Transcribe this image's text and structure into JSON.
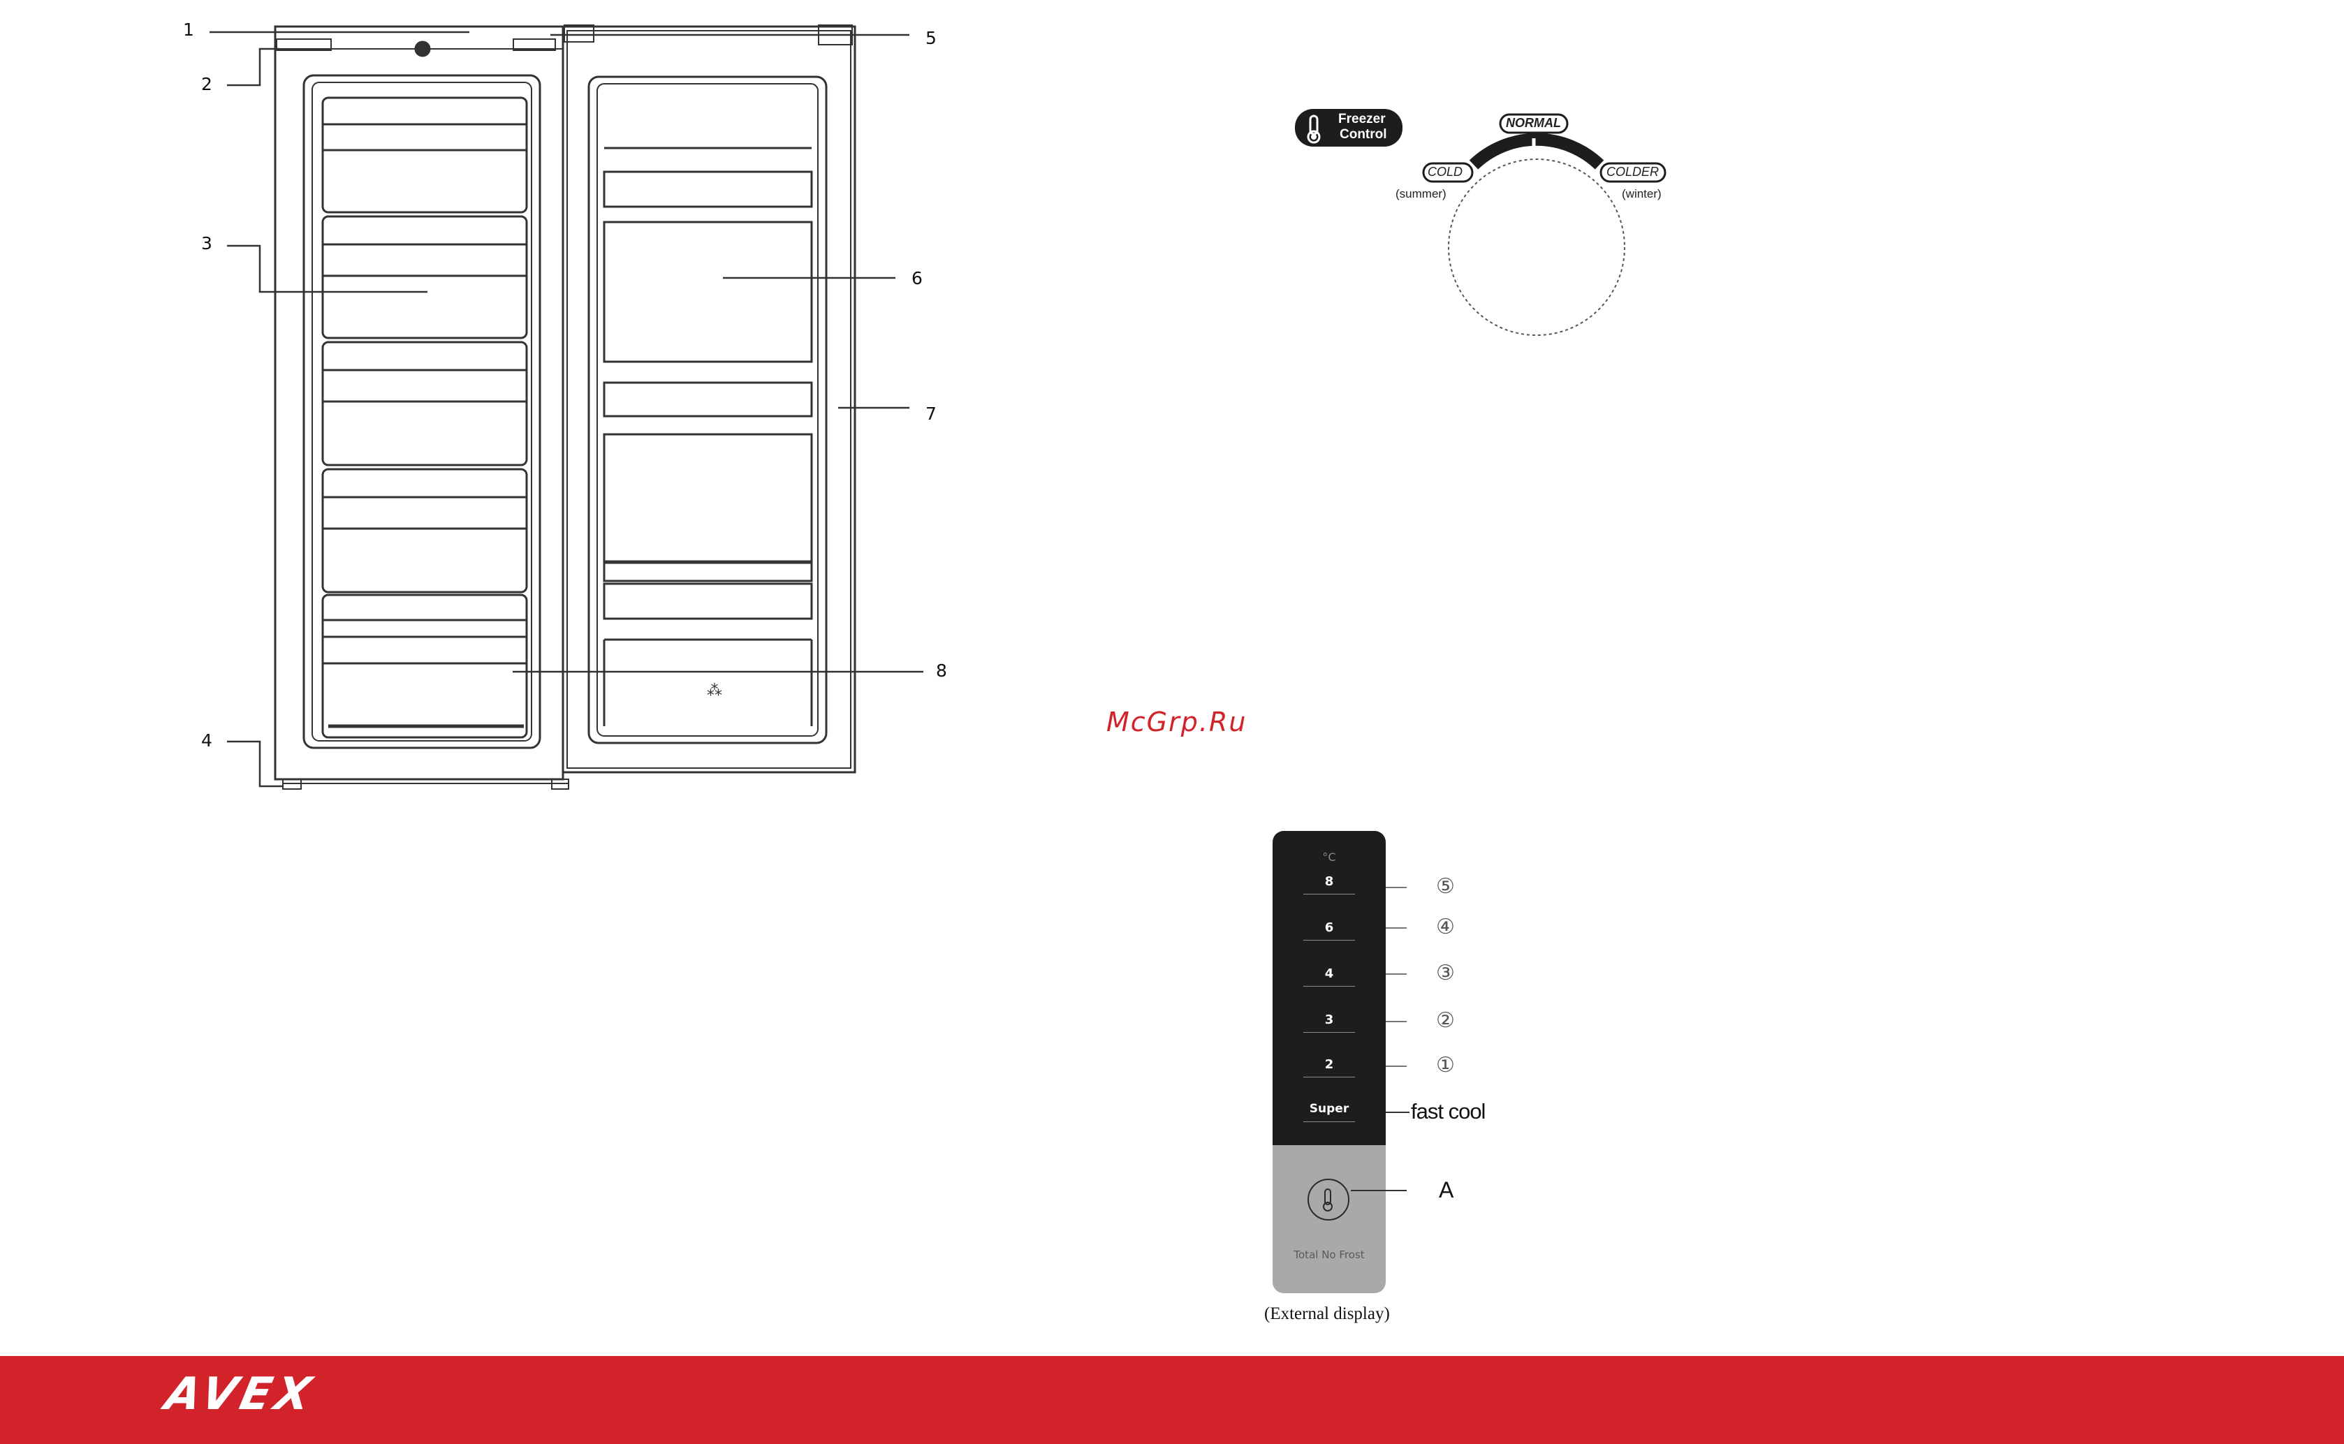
{
  "fridge": {
    "callouts": [
      "1",
      "2",
      "3",
      "4",
      "5",
      "6",
      "7",
      "8"
    ]
  },
  "freezer_dial": {
    "badge_line1": "Freezer",
    "badge_line2": "Control",
    "normal": "NORMAL",
    "cold": "COLD",
    "cold_sub": "(summer)",
    "colder": "COLDER",
    "colder_sub": "(winter)"
  },
  "watermark": "McGrp.Ru",
  "control_panel": {
    "unit": "°C",
    "settings": [
      "8",
      "6",
      "4",
      "3",
      "2"
    ],
    "level_markers": [
      "⑤",
      "④",
      "③",
      "②",
      "①"
    ],
    "super_label": "Super",
    "fast_cool_label": "fast cool",
    "button_marker": "A",
    "brand_text": "Total No Frost",
    "caption": "(External display)"
  },
  "footer": {
    "brand": "AVEX",
    "color": "#d2232a"
  }
}
